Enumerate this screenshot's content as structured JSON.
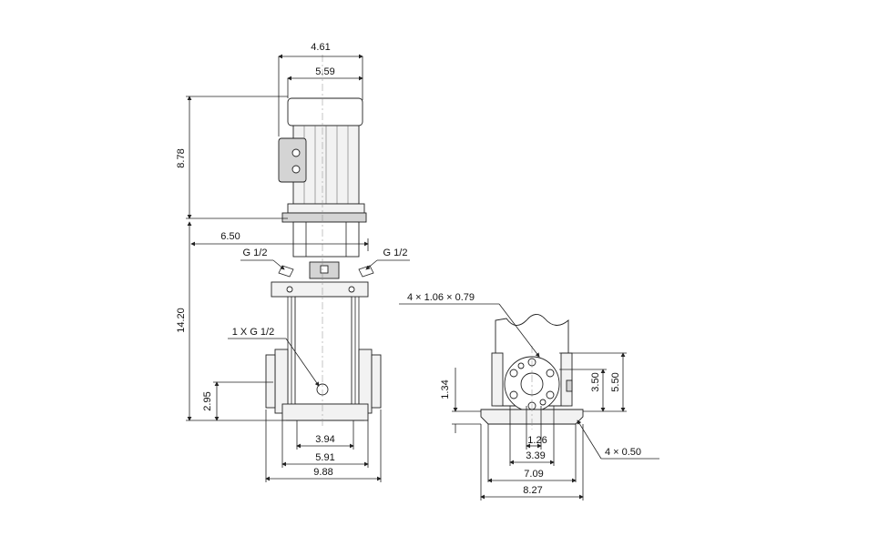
{
  "drawing": {
    "front_view": {
      "labels": {
        "motor_width": "4.61",
        "motor_top_width": "5.59",
        "motor_height": "8.78",
        "flange_width": "6.50",
        "port_left": "G 1/2",
        "port_right": "G 1/2",
        "pump_height": "14.20",
        "drain_port": "1 X G 1/2",
        "inlet_height": "2.95",
        "base_inner": "3.94",
        "base_middle": "5.91",
        "base_overall": "9.88"
      }
    },
    "base_view": {
      "labels": {
        "flange_holes": "4 × 1.06 × 0.79",
        "height_left": "1.34",
        "height_mid": "3.50",
        "height_right": "5.50",
        "dim_a": "1.26",
        "dim_b": "3.39",
        "dim_c": "7.09",
        "dim_d": "8.27",
        "mount_holes": "4 × 0.50"
      }
    }
  }
}
